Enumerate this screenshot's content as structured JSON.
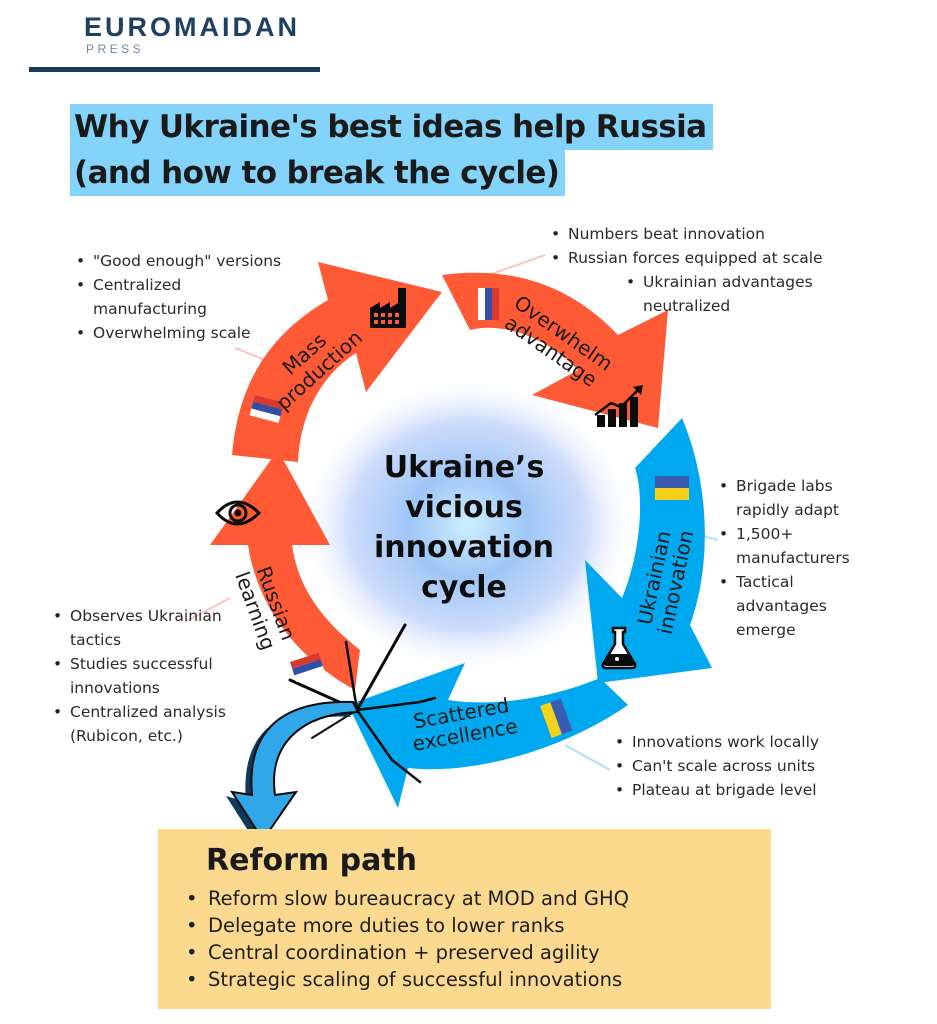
{
  "brand": {
    "name": "EUROMAIDAN",
    "sub": "PRESS",
    "color": "#1f3f63"
  },
  "title": {
    "line1": "Why Ukraine's best ideas help Russia",
    "line2": "(and how to break the cycle)",
    "highlight": "#84d3fa"
  },
  "center": {
    "lines": [
      "Ukraine’s",
      "vicious",
      "innovation",
      "cycle"
    ]
  },
  "colors": {
    "russia_arrow": "#ff5a36",
    "ukraine_arrow": "#00a8ef",
    "pink_box": "#f9c6bc",
    "blue_box": "#a8e3fb",
    "reform_box": "#fbda90"
  },
  "stages": [
    {
      "id": "mass-production",
      "label": [
        "Mass",
        "production"
      ],
      "side": "russia",
      "icon": "factory-icon",
      "bullets": [
        "\"Good enough\" versions",
        "Centralized manufacturing",
        "Overwhelming scale"
      ]
    },
    {
      "id": "overwhelm-advantage",
      "label": [
        "Overwhelm",
        "advantage"
      ],
      "side": "russia",
      "icon": "growth-chart-icon",
      "bullets": [
        "Numbers beat innovation",
        "Russian forces equipped at scale",
        "Ukrainian advantages neutralized"
      ]
    },
    {
      "id": "ukrainian-innovation",
      "label": [
        "Ukrainian",
        "innovation"
      ],
      "side": "ukraine",
      "icon": "flask-icon",
      "bullets": [
        "Brigade labs rapidly adapt",
        "1,500+ manufacturers",
        "Tactical advantages emerge"
      ]
    },
    {
      "id": "scattered-excellence",
      "label": [
        "Scattered",
        "excellence"
      ],
      "side": "ukraine",
      "icon": "ukraine-flag-icon",
      "bullets": [
        "Innovations work locally",
        "Can't scale across units",
        "Plateau at brigade level"
      ]
    },
    {
      "id": "russian-learning",
      "label": [
        "Russian",
        "learning"
      ],
      "side": "russia",
      "icon": "eye-icon",
      "bullets": [
        "Observes Ukrainian  tactics",
        "Studies successful innovations",
        "Centralized analysis (Rubicon, etc.)"
      ]
    }
  ],
  "reform": {
    "title": "Reform path",
    "items": [
      "Reform slow bureaucracy at MOD and GHQ",
      "Delegate more duties to lower ranks",
      "Central coordination + preserved agility",
      "Strategic scaling of successful innovations"
    ]
  }
}
